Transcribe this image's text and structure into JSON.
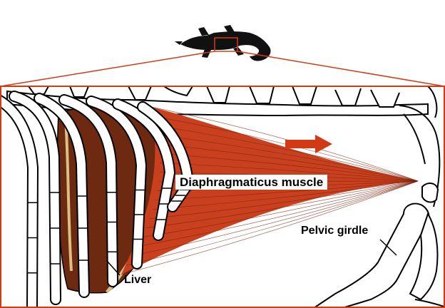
{
  "labels": {
    "muscle": "Diaphragmaticus muscle",
    "liver": "Liver",
    "pelvic": "Pelvic girdle"
  },
  "icons": {
    "animal": "crocodilian-silhouette-icon",
    "direction": "right-arrow-icon"
  },
  "colors": {
    "muscle": "#c9401f",
    "liver": "#6e2a10",
    "arrow": "#d23a16",
    "frame": "#d23a16",
    "bone_fill": "#ffffff",
    "outline": "#000000"
  }
}
